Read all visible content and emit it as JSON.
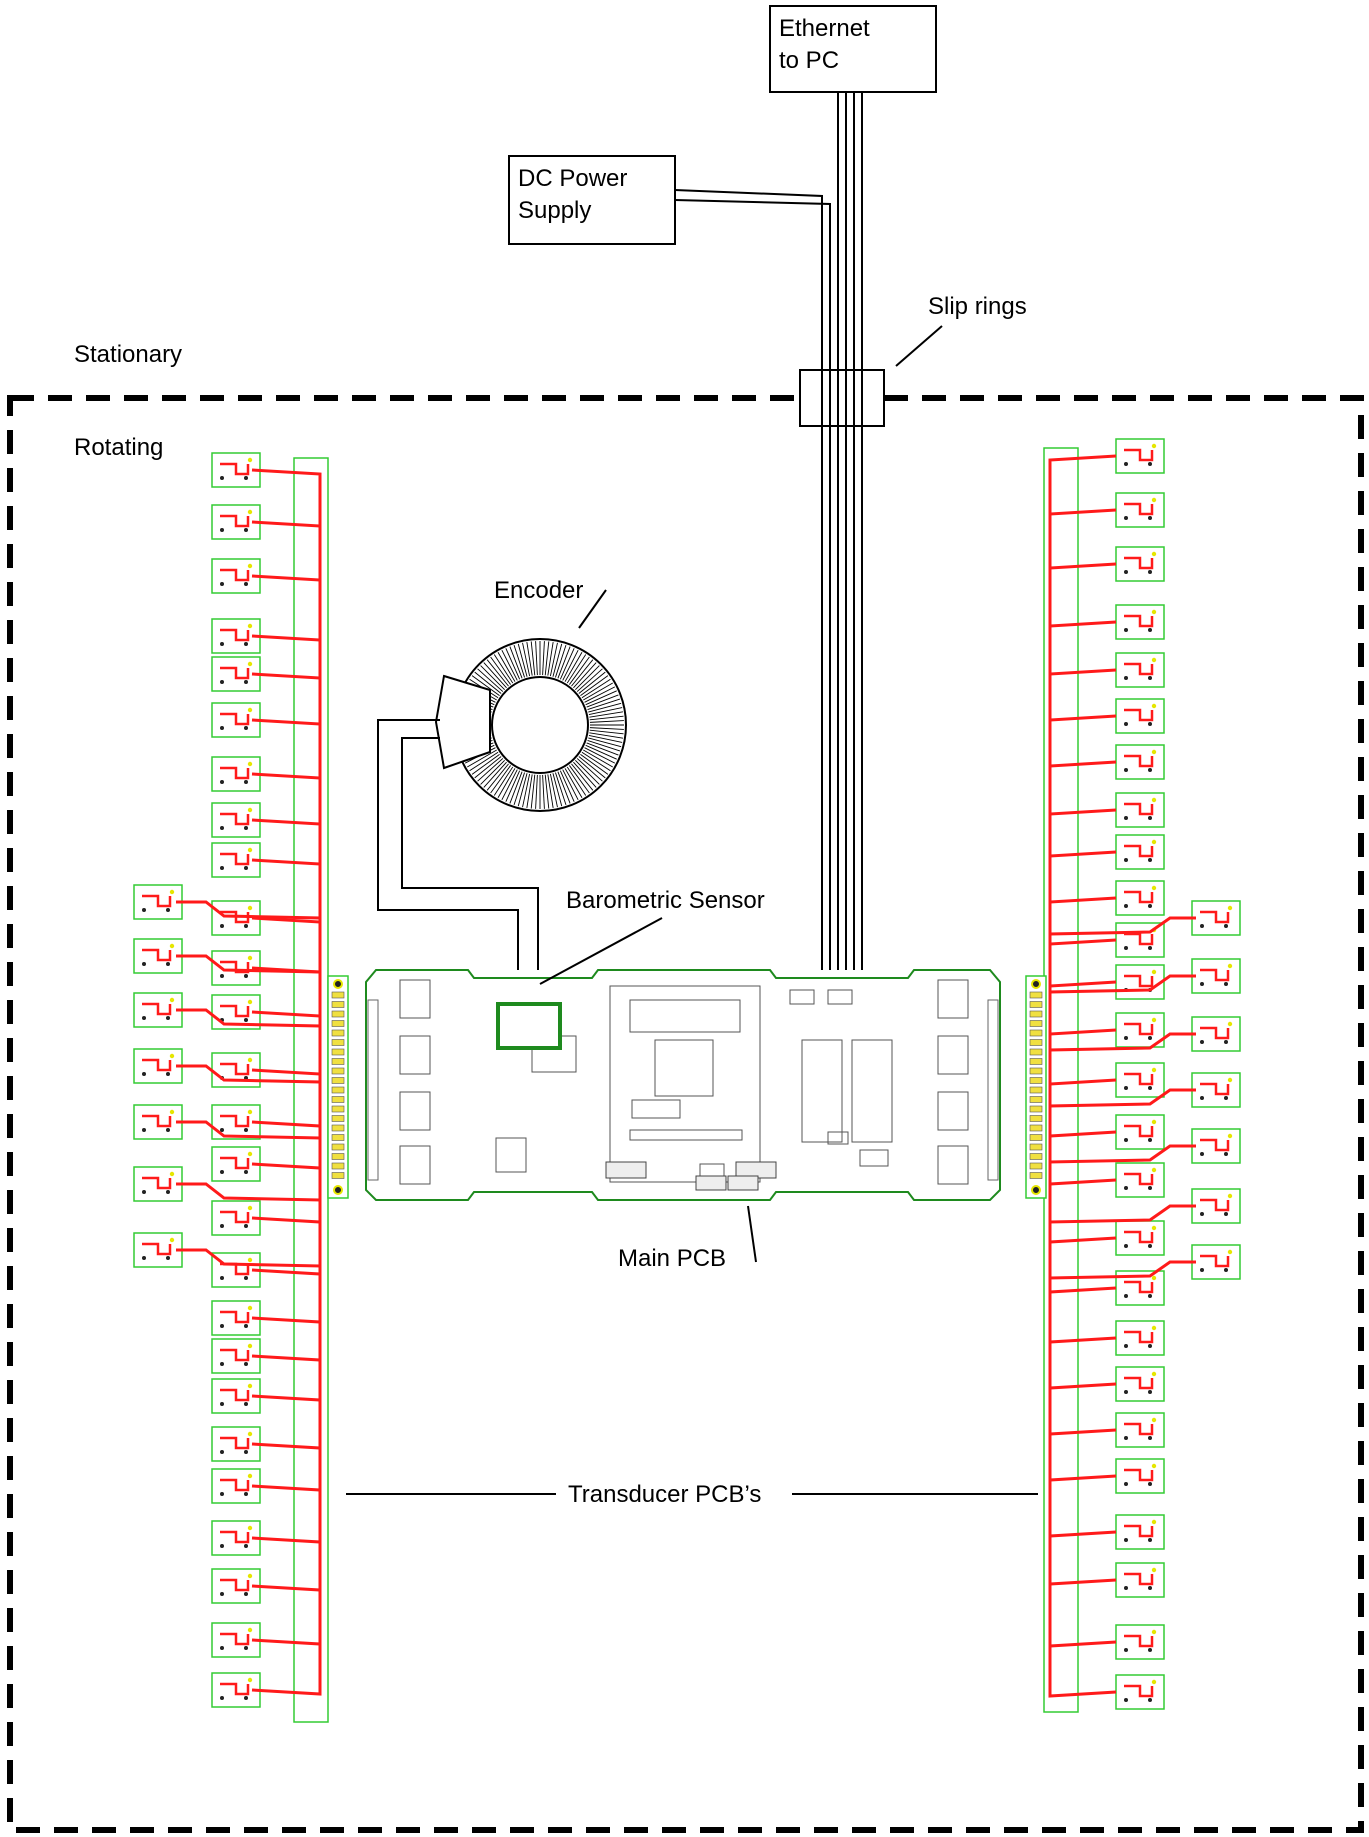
{
  "labels": {
    "ethernet_line1": "Ethernet",
    "ethernet_line2": "to PC",
    "dc_line1": "DC Power",
    "dc_line2": "Supply",
    "slip_rings": "Slip rings",
    "stationary": "Stationary",
    "rotating": "Rotating",
    "encoder": "Encoder",
    "barometric_sensor": "Barometric Sensor",
    "main_pcb": "Main PCB",
    "transducer_pcbs": "Transducer PCB’s"
  },
  "colors": {
    "line": "#000000",
    "pcb_outline": "#33cc33",
    "trace": "#ff1a1a",
    "pcb_fill": "#ffffff",
    "pad": "#e6e600"
  }
}
